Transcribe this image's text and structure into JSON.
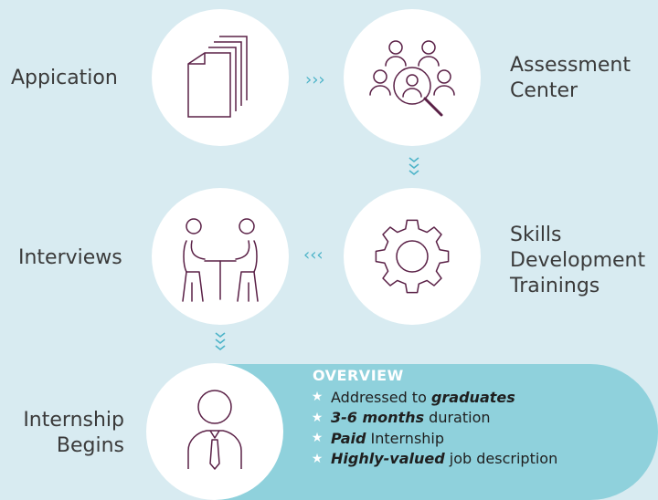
{
  "steps": {
    "application": {
      "label": "Appication"
    },
    "assessment": {
      "line1": "Assessment",
      "line2": "Center"
    },
    "skills": {
      "line1": "Skills",
      "line2": "Development",
      "line3": "Trainings"
    },
    "interviews": {
      "label": "Interviews"
    },
    "internship": {
      "line1": "Internship",
      "line2": "Begins"
    }
  },
  "arrows": {
    "right": "›››",
    "down1": "ˇ",
    "left": "‹‹‹",
    "down2": "ˇ"
  },
  "overview": {
    "title": "OVERVIEW",
    "items": [
      {
        "pre": "Addressed to ",
        "bold": "graduates",
        "post": ""
      },
      {
        "pre": "",
        "bold": "3-6 months",
        "post": " duration"
      },
      {
        "pre": "",
        "bold": "Paid",
        "post": " Internship"
      },
      {
        "pre": "",
        "bold": "Highly-valued",
        "post": " job description"
      }
    ]
  },
  "icons": [
    "documents-icon",
    "people-search-icon",
    "gear-icon",
    "interview-icon",
    "businessman-icon",
    "star-icon"
  ],
  "colors": {
    "background": "#d8ebf1",
    "panel": "#8fd1dc",
    "accent": "#4cb3c8",
    "icon_stroke": "#5a2046"
  }
}
